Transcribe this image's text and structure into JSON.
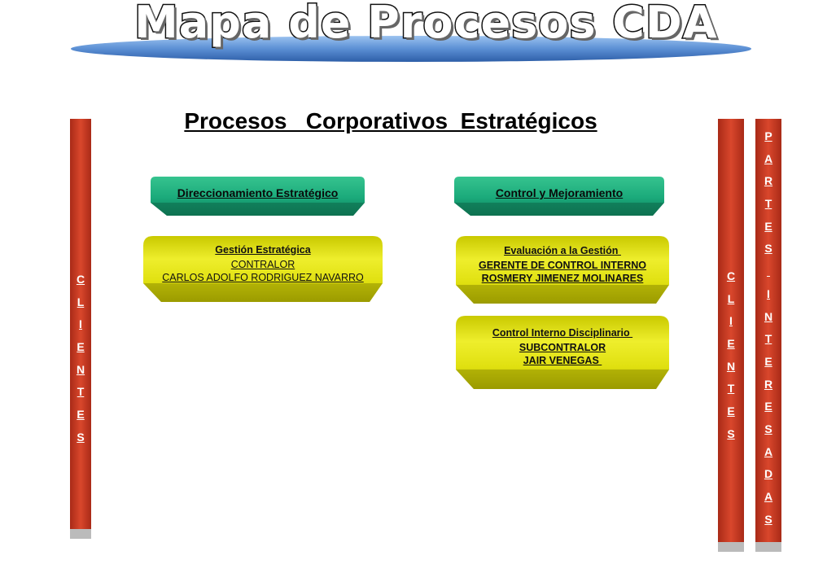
{
  "title": "Mapa de Procesos CDA",
  "subtitle": "Procesos   Corporativos  Estratégicos",
  "left_bar": {
    "letters": [
      "C",
      "L",
      "I",
      "E",
      "N",
      "T",
      "E",
      "S"
    ],
    "color": "#c83a22"
  },
  "right_bar_clients": {
    "letters": [
      "C",
      "L",
      "I",
      "E",
      "N",
      "T",
      "E",
      "S"
    ],
    "color": "#c83a22"
  },
  "right_bar_parties": {
    "letters": [
      "P",
      "A",
      "R",
      "T",
      "E",
      "S",
      " ",
      "I",
      "N",
      "T",
      "E",
      "R",
      "E",
      "S",
      "A",
      "D",
      "A",
      "S"
    ],
    "color": "#c83a22"
  },
  "processes": {
    "direccionamiento": {
      "label": "Direccionamiento Estratégico"
    },
    "control_mejoramiento": {
      "label": "Control y Mejoramiento"
    },
    "gestion": {
      "line1": "Gestión Estratégica",
      "line2": "CONTRALOR",
      "line3": "CARLOS ADOLFO RODRIGUEZ NAVARRO"
    },
    "evaluacion": {
      "line1": "Evaluación a la Gestión ",
      "line2": "GERENTE DE CONTROL INTERNO",
      "line3": "ROSMERY JIMENEZ MOLINARES"
    },
    "disciplinario": {
      "line1": "Control Interno Disciplinario ",
      "line2": "SUBCONTRALOR",
      "line3": "JAIR VENEGAS "
    }
  },
  "colors": {
    "green": "#1aa97a",
    "yellow": "#e3e31a",
    "bar": "#c83a22",
    "banner": "#5b8fd4"
  }
}
